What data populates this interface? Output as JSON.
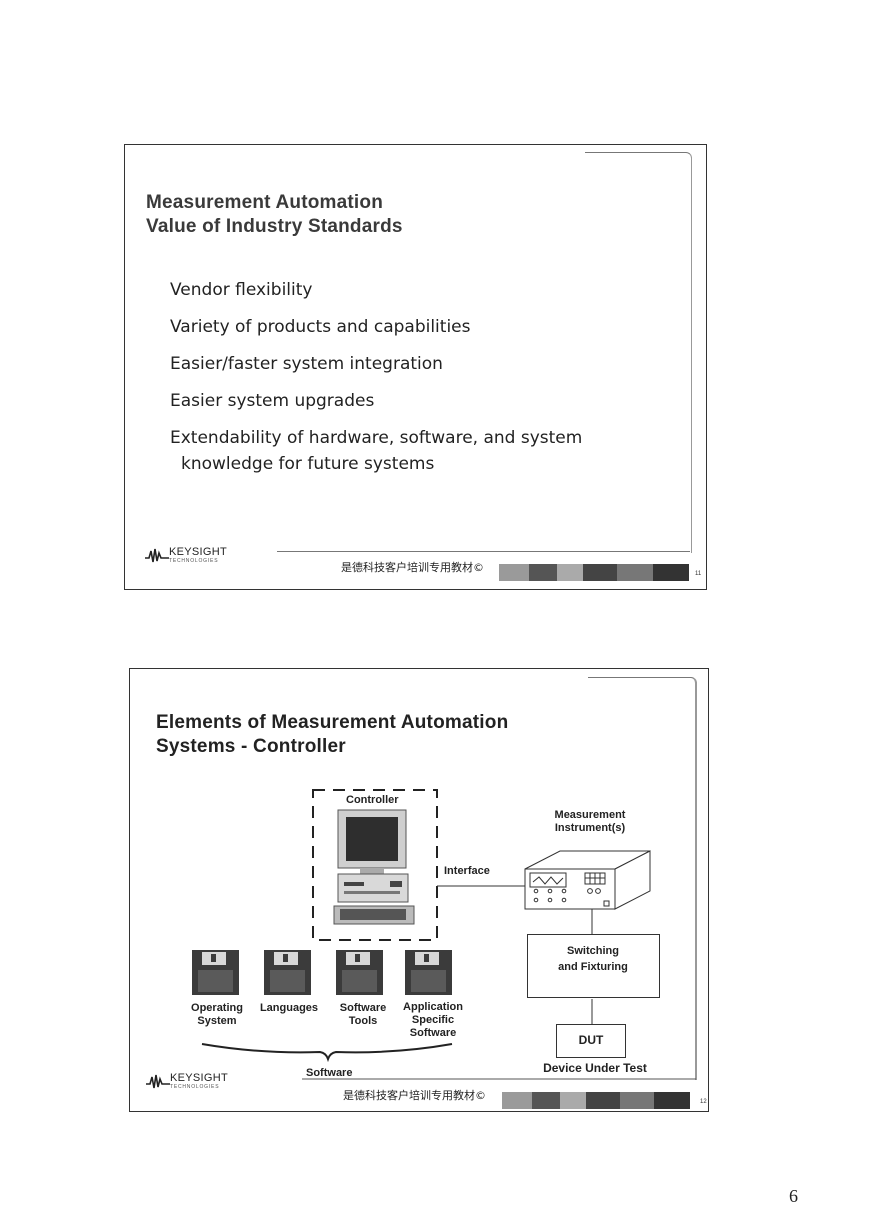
{
  "slide1": {
    "title_line1": "Measurement Automation",
    "title_line2": "Value of Industry Standards",
    "bullets": [
      "Vendor flexibility",
      "Variety of products and capabilities",
      "Easier/faster system integration",
      "Easier system upgrades",
      "Extendability of hardware, software, and system",
      "knowledge for future systems"
    ],
    "logo_name": "KEYSIGHT",
    "logo_sub": "TECHNOLOGIES",
    "footer_cn": "是德科技客户培训专用教材©",
    "slide_number": "11"
  },
  "slide2": {
    "title_line1": "Elements of Measurement Automation",
    "title_line2": "Systems - Controller",
    "controller_label": "Controller",
    "interface_label": "Interface",
    "instrument_label": "Measurement Instrument(s)",
    "switching_label": "Switching and Fixturing",
    "dut_label": "DUT",
    "dut_caption": "Device Under Test",
    "software_items": [
      "Operating System",
      "Languages",
      "Software Tools",
      "Application Specific Software"
    ],
    "software_label": "Software",
    "logo_name": "KEYSIGHT",
    "logo_sub": "TECHNOLOGIES",
    "footer_cn": "是德科技客户培训专用教材©",
    "slide_number": "12"
  },
  "page_number": "6"
}
